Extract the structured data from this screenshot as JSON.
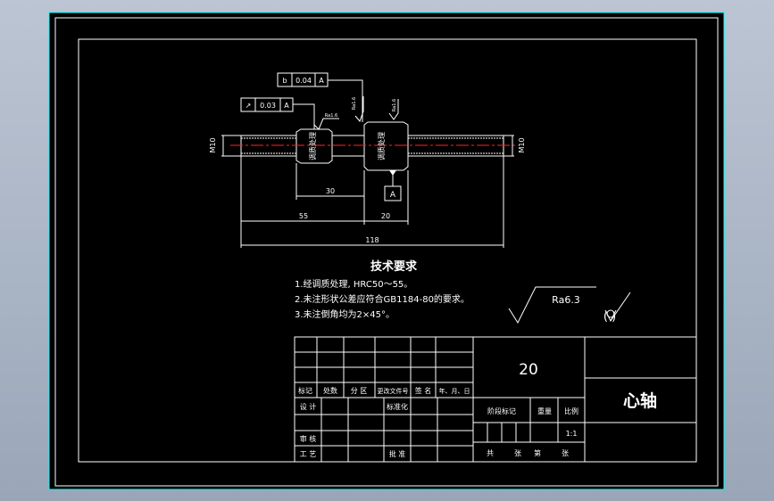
{
  "colors": {
    "background_frame": "#aab4c4",
    "sheet": "#000000",
    "lines": "#ffffff",
    "center_line": "#ff2020",
    "cyan_frame": "#00ffff"
  },
  "tolerances": {
    "runout_symbol": "↗",
    "runout_value": "0.03",
    "runout_datum": "A",
    "total_runout_symbol": "b",
    "total_runout_value": "0.04",
    "total_runout_datum": "A"
  },
  "part": {
    "left_thread": "M10",
    "right_thread": "M10",
    "left_collar_label": "调质处理",
    "right_collar_label": "调质处理",
    "roughness_small": "Ra1.6",
    "datum": "A"
  },
  "dimensions": {
    "d30": "30",
    "d55": "55",
    "d20": "20",
    "d118": "118"
  },
  "tech_requirements": {
    "title": "技术要求",
    "line1": "1.经调质处理, HRC50～55。",
    "line2": "2.未注形状公差应符合GB1184-80的要求。",
    "line3": "3.未注倒角均为2×45°。"
  },
  "roughness": {
    "label": "Ra6.3",
    "paren_text": "(   )"
  },
  "title_block": {
    "material": "20",
    "part_name": "心轴",
    "labels": {
      "biaoji": "标记",
      "chushu": "处数",
      "fenqu": "分 区",
      "gaiwenjian": "更改文件号",
      "qianming": "签 名",
      "nianyueri": "年、月、日",
      "sheji": "设 计",
      "biaozhunhua": "标准化",
      "shenhe": "审 核",
      "gongyi": "工 艺",
      "pizhun": "批 准",
      "jieduan": "阶段标记",
      "zhongliang": "重量",
      "bili": "比例",
      "bili_value": "1:1",
      "gong": "共",
      "zhang": "张",
      "di": "第",
      "zhang2": "张"
    }
  }
}
